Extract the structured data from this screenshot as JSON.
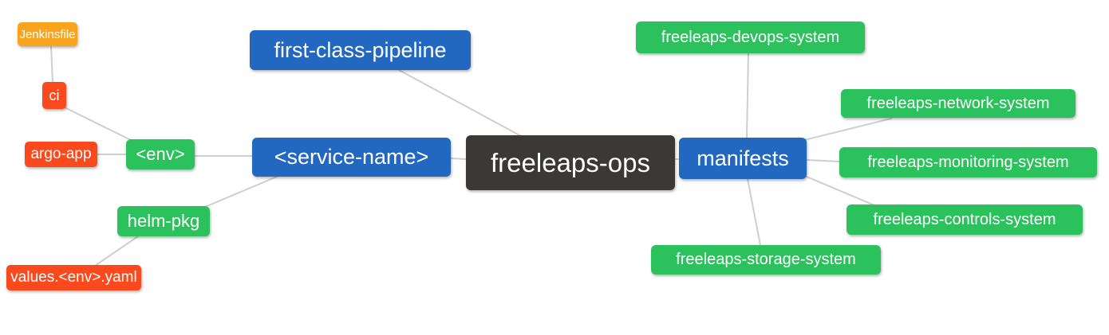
{
  "diagram": {
    "type": "mindmap",
    "root": "freeleaps-ops",
    "background": "#ffffff",
    "edge_color": "#cfcfcf",
    "palette": {
      "blue": "#2268c0",
      "green": "#2bc15c",
      "red_orange": "#fa4a1d",
      "amber": "#f9a41f",
      "dark": "#3b3835",
      "text": "#ffffff"
    },
    "nodes": [
      {
        "id": "jenkinsfile",
        "label": "Jenkinsfile",
        "color": "amber",
        "parent": "ci"
      },
      {
        "id": "ci",
        "label": "ci",
        "color": "red_orange",
        "parent": "env"
      },
      {
        "id": "argo-app",
        "label": "argo-app",
        "color": "red_orange",
        "parent": "env"
      },
      {
        "id": "env",
        "label": "<env>",
        "color": "green",
        "parent": "service-name"
      },
      {
        "id": "helm-pkg",
        "label": "helm-pkg",
        "color": "green",
        "parent": "service-name"
      },
      {
        "id": "values-env-yaml",
        "label": "values.<env>.yaml",
        "color": "red_orange",
        "parent": "helm-pkg"
      },
      {
        "id": "first-class-pipeline",
        "label": "first-class-pipeline",
        "color": "blue",
        "parent": "freeleaps-ops"
      },
      {
        "id": "service-name",
        "label": "<service-name>",
        "color": "blue",
        "parent": "freeleaps-ops"
      },
      {
        "id": "freeleaps-ops",
        "label": "freeleaps-ops",
        "color": "dark",
        "parent": null
      },
      {
        "id": "manifests",
        "label": "manifests",
        "color": "blue",
        "parent": "freeleaps-ops"
      },
      {
        "id": "freeleaps-devops-system",
        "label": "freeleaps-devops-system",
        "color": "green",
        "parent": "manifests"
      },
      {
        "id": "freeleaps-network-system",
        "label": "freeleaps-network-system",
        "color": "green",
        "parent": "manifests"
      },
      {
        "id": "freeleaps-monitoring-system",
        "label": "freeleaps-monitoring-system",
        "color": "green",
        "parent": "manifests"
      },
      {
        "id": "freeleaps-controls-system",
        "label": "freeleaps-controls-system",
        "color": "green",
        "parent": "manifests"
      },
      {
        "id": "freeleaps-storage-system",
        "label": "freeleaps-storage-system",
        "color": "green",
        "parent": "manifests"
      }
    ],
    "edges": [
      [
        "jenkinsfile",
        "ci"
      ],
      [
        "ci",
        "env"
      ],
      [
        "argo-app",
        "env"
      ],
      [
        "env",
        "service-name"
      ],
      [
        "helm-pkg",
        "service-name"
      ],
      [
        "values-env-yaml",
        "helm-pkg"
      ],
      [
        "first-class-pipeline",
        "freeleaps-ops"
      ],
      [
        "service-name",
        "freeleaps-ops"
      ],
      [
        "freeleaps-ops",
        "manifests"
      ],
      [
        "manifests",
        "freeleaps-devops-system"
      ],
      [
        "manifests",
        "freeleaps-network-system"
      ],
      [
        "manifests",
        "freeleaps-monitoring-system"
      ],
      [
        "manifests",
        "freeleaps-controls-system"
      ],
      [
        "manifests",
        "freeleaps-storage-system"
      ]
    ]
  }
}
